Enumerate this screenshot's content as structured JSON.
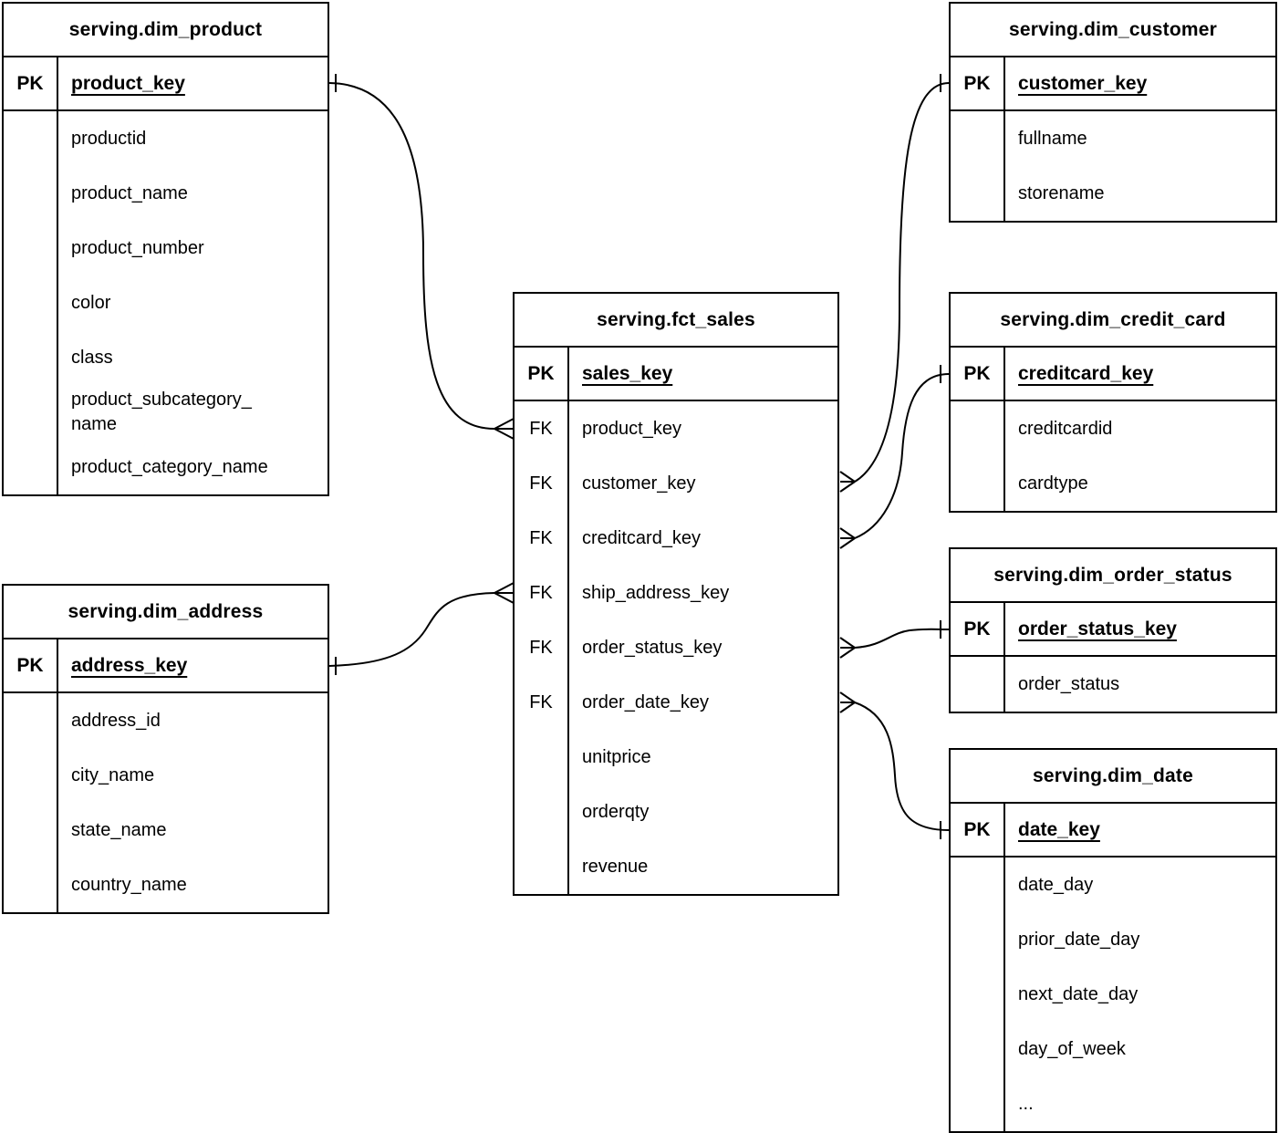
{
  "diagram": {
    "colors": {
      "line": "#000000",
      "table_border": "#000000",
      "text": "#000000",
      "background": "#ffffff"
    },
    "tables": [
      {
        "title": "serving.dim_product",
        "pk_label": "PK",
        "pk_field": "product_key",
        "rows": [
          {
            "tag": "",
            "name": "productid"
          },
          {
            "tag": "",
            "name": "product_name"
          },
          {
            "tag": "",
            "name": "product_number"
          },
          {
            "tag": "",
            "name": "color"
          },
          {
            "tag": "",
            "name": "class"
          },
          {
            "tag": "",
            "name": "product_subcategory_\nname"
          },
          {
            "tag": "",
            "name": "product_category_name"
          }
        ]
      },
      {
        "title": "serving.dim_customer",
        "pk_label": "PK",
        "pk_field": "customer_key",
        "rows": [
          {
            "tag": "",
            "name": "fullname"
          },
          {
            "tag": "",
            "name": "storename"
          }
        ]
      },
      {
        "title": "serving.fct_sales",
        "pk_label": "PK",
        "pk_field": "sales_key",
        "rows": [
          {
            "tag": "FK",
            "name": "product_key"
          },
          {
            "tag": "FK",
            "name": "customer_key"
          },
          {
            "tag": "FK",
            "name": "creditcard_key"
          },
          {
            "tag": "FK",
            "name": "ship_address_key"
          },
          {
            "tag": "FK",
            "name": "order_status_key"
          },
          {
            "tag": "FK",
            "name": "order_date_key"
          },
          {
            "tag": "",
            "name": "unitprice"
          },
          {
            "tag": "",
            "name": "orderqty"
          },
          {
            "tag": "",
            "name": "revenue"
          }
        ]
      },
      {
        "title": "serving.dim_credit_card",
        "pk_label": "PK",
        "pk_field": "creditcard_key",
        "rows": [
          {
            "tag": "",
            "name": "creditcardid"
          },
          {
            "tag": "",
            "name": "cardtype"
          }
        ]
      },
      {
        "title": "serving.dim_order_status",
        "pk_label": "PK",
        "pk_field": "order_status_key",
        "rows": [
          {
            "tag": "",
            "name": "order_status"
          }
        ]
      },
      {
        "title": "serving.dim_date",
        "pk_label": "PK",
        "pk_field": "date_key",
        "rows": [
          {
            "tag": "",
            "name": "date_day"
          },
          {
            "tag": "",
            "name": "prior_date_day"
          },
          {
            "tag": "",
            "name": "next_date_day"
          },
          {
            "tag": "",
            "name": "day_of_week"
          },
          {
            "tag": "",
            "name": "..."
          }
        ]
      },
      {
        "title": "serving.dim_address",
        "pk_label": "PK",
        "pk_field": "address_key",
        "rows": [
          {
            "tag": "",
            "name": "address_id"
          },
          {
            "tag": "",
            "name": "city_name"
          },
          {
            "tag": "",
            "name": "state_name"
          },
          {
            "tag": "",
            "name": "country_name"
          }
        ]
      }
    ],
    "relationships": [
      {
        "from": "serving.dim_product.product_key",
        "to": "serving.fct_sales.product_key",
        "from_cardinality": "one",
        "to_cardinality": "many"
      },
      {
        "from": "serving.dim_customer.customer_key",
        "to": "serving.fct_sales.customer_key",
        "from_cardinality": "one",
        "to_cardinality": "many"
      },
      {
        "from": "serving.dim_credit_card.creditcard_key",
        "to": "serving.fct_sales.creditcard_key",
        "from_cardinality": "one",
        "to_cardinality": "many"
      },
      {
        "from": "serving.dim_address.address_key",
        "to": "serving.fct_sales.ship_address_key",
        "from_cardinality": "one",
        "to_cardinality": "many"
      },
      {
        "from": "serving.dim_order_status.order_status_key",
        "to": "serving.fct_sales.order_status_key",
        "from_cardinality": "one",
        "to_cardinality": "many"
      },
      {
        "from": "serving.dim_date.date_key",
        "to": "serving.fct_sales.order_date_key",
        "from_cardinality": "one",
        "to_cardinality": "many"
      }
    ]
  }
}
